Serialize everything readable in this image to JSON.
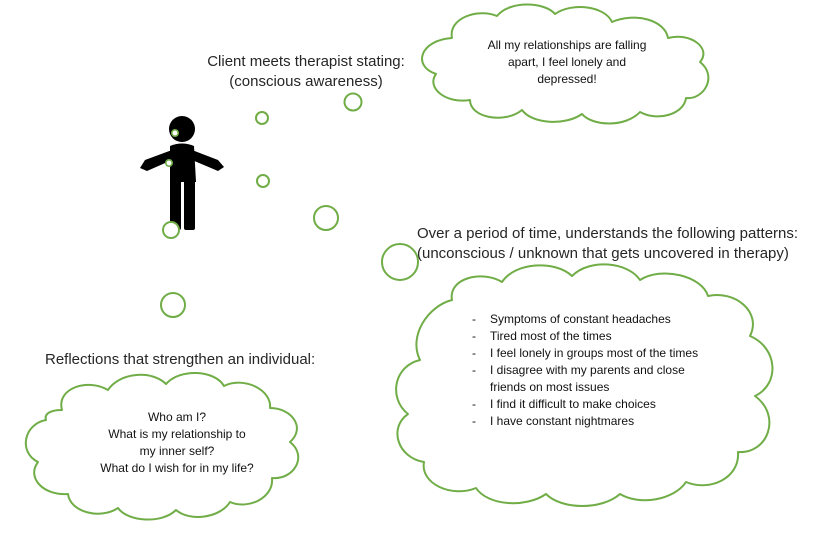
{
  "client_statement": {
    "caption_line1": "Client meets therapist stating:",
    "caption_line2": "(conscious awareness)",
    "cloud_text": [
      "All my relationships are falling",
      "apart, I feel lonely and",
      "depressed!"
    ]
  },
  "patterns": {
    "caption_line1": "Over a period of time, understands the following patterns:",
    "caption_line2": "(unconscious / unknown that gets uncovered in therapy)",
    "items": [
      "Symptoms of constant headaches",
      "Tired most of the times",
      "I feel lonely in groups most of the times",
      "I disagree with my parents and close friends on most issues",
      "I find it difficult to make choices",
      "I have constant nightmares"
    ]
  },
  "reflections": {
    "caption": "Reflections that strengthen an individual:",
    "cloud_text": [
      "Who am I?",
      "What is my relationship to",
      "my inner self?",
      "What do I wish for in my life?"
    ]
  },
  "colors": {
    "cloud_stroke": "#70ad47",
    "figure": "#000000"
  },
  "icons": {
    "person": "person-icon"
  }
}
